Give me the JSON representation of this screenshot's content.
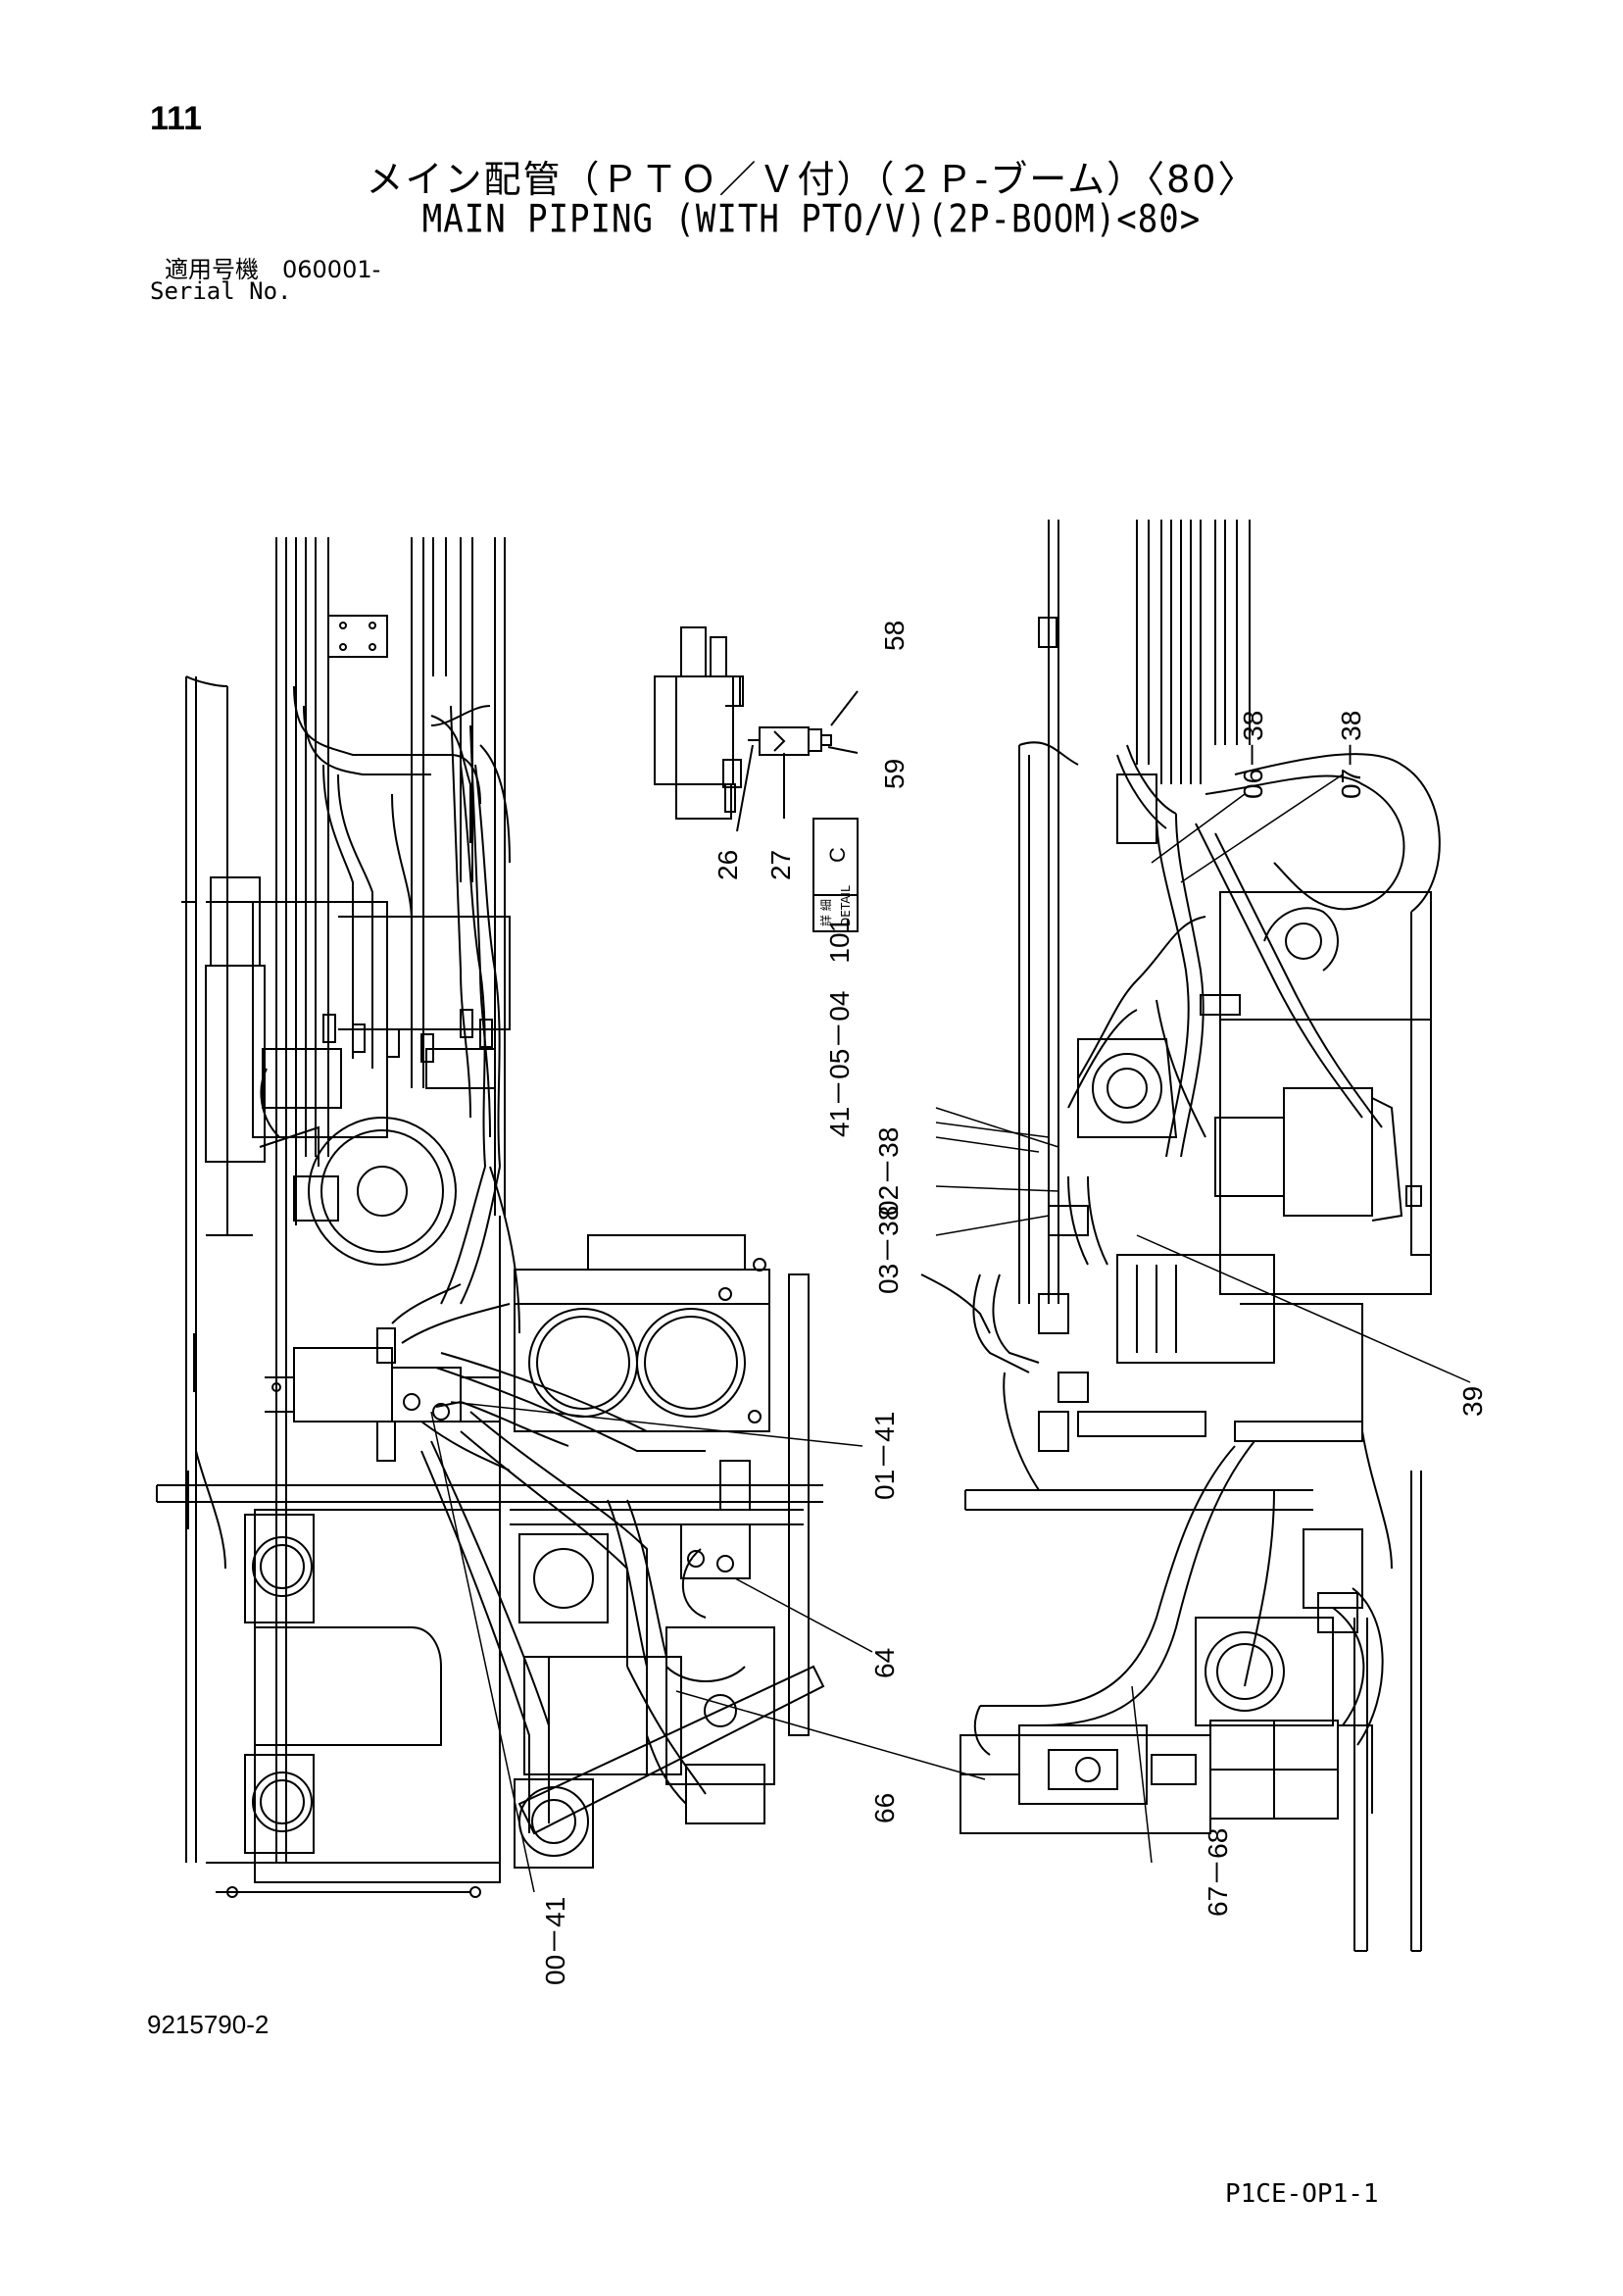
{
  "header": {
    "page_number": "111",
    "title_jp": "メイン配管（ＰＴＯ／Ｖ付）（２Ｐ-ブーム）〈80〉",
    "title_en": "MAIN PIPING (WITH PTO/V)(2P-BOOM)<80>",
    "serial_label_jp": "適用号機　060001-",
    "serial_label_en": "Serial No."
  },
  "detail_box": {
    "label_jp": "詳 細",
    "label_en": "DETAIL",
    "letter": "C"
  },
  "callouts": {
    "c58": "58",
    "c59": "59",
    "c26": "26",
    "c27": "27",
    "c06_38": "06－38",
    "c07_38": "07－38",
    "c41_05_04_101": "41－05－04　101",
    "c02_38": "02－38",
    "c03_38": "03－38",
    "c39": "39",
    "c01_41": "01－41",
    "c64": "64",
    "c66": "66",
    "c00_41": "00－41",
    "c67_68": "67－68"
  },
  "footer": {
    "doc_number": "9215790-2",
    "drawing_code": "P1CE-OP1-1"
  }
}
